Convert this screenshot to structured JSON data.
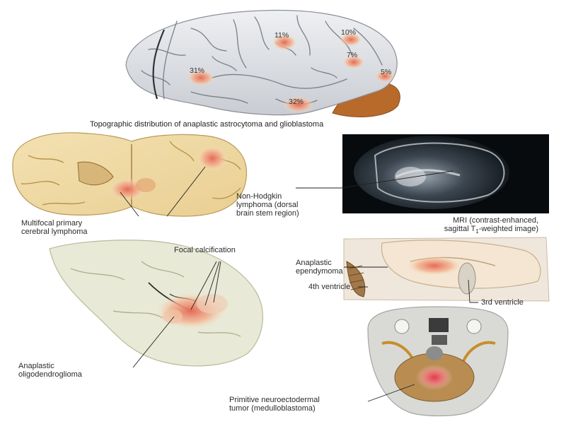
{
  "top_brain": {
    "caption": "Topographic distribution of anaplastic astrocytoma and glioblastoma",
    "percentages": [
      "11%",
      "10%",
      "7%",
      "31%",
      "5%",
      "32%"
    ]
  },
  "lymphoma": {
    "multifocal_label_line1": "Multifocal primary",
    "multifocal_label_line2": "cerebral lymphoma",
    "nhl_label_line1": "Non-Hodgkin",
    "nhl_label_line2": "lymphoma (dorsal",
    "nhl_label_line3": "brain stem region)"
  },
  "mri": {
    "caption_line1": "MRI (contrast-enhanced,",
    "caption_line2_prefix": "sagittal T",
    "caption_line2_sub": "1",
    "caption_line2_suffix": "-weighted image)"
  },
  "oligo": {
    "focal_label": "Focal calcification",
    "oligo_label_line1": "Anaplastic",
    "oligo_label_line2": "oligodendroglioma"
  },
  "ependymoma": {
    "label_line1": "Anaplastic",
    "label_line2": "ependymoma",
    "fourth_ventricle": "4th ventricle",
    "third_ventricle": "3rd ventricle"
  },
  "pnet": {
    "label_line1": "Primitive neuroectodermal",
    "label_line2": "tumor (medulloblastoma)"
  }
}
